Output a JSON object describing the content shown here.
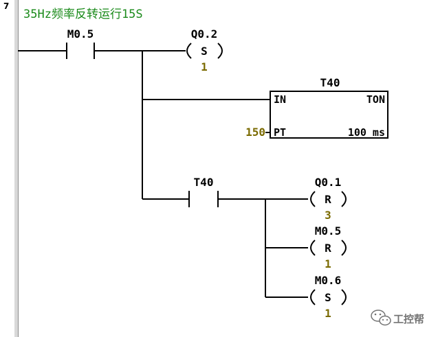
{
  "network": {
    "number": "7",
    "comment": "35Hz频率反转运行15S"
  },
  "rung": {
    "contact_m05": {
      "address": "M0.5"
    },
    "set_q02": {
      "address": "Q0.2",
      "type": "S",
      "count": "1"
    },
    "timer": {
      "name": "T40",
      "input_label": "IN",
      "type_label": "TON",
      "preset_value": "150",
      "preset_label": "PT",
      "resolution": "100 ms"
    },
    "contact_t40": {
      "address": "T40"
    },
    "reset_q01": {
      "address": "Q0.1",
      "type": "R",
      "count": "3"
    },
    "reset_m05": {
      "address": "M0.5",
      "type": "R",
      "count": "1"
    },
    "set_m06": {
      "address": "M0.6",
      "type": "S",
      "count": "1"
    }
  },
  "watermark": {
    "text": "工控帮",
    "icon": "wechat-icon"
  },
  "colors": {
    "comment": "#1a8a1a",
    "count": "#7a6a00",
    "wire": "#000000"
  }
}
